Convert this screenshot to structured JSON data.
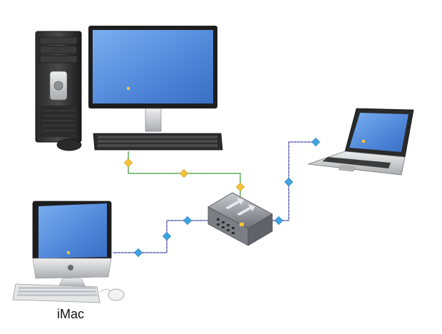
{
  "labels": {
    "imac": "iMac"
  },
  "devices": [
    {
      "id": "desktop",
      "icon": "desktop-computer-icon"
    },
    {
      "id": "switch",
      "icon": "network-switch-icon"
    },
    {
      "id": "laptop",
      "icon": "laptop-icon"
    },
    {
      "id": "imac",
      "icon": "imac-icon"
    }
  ],
  "links": [
    {
      "from": "desktop",
      "to": "switch",
      "color": "#4fae3d",
      "marker_color": "#f5c33a"
    },
    {
      "from": "switch",
      "to": "laptop",
      "color": "#6a5fb0",
      "marker_color": "#3fa4e0"
    },
    {
      "from": "imac",
      "to": "switch",
      "color": "#6a5fb0",
      "marker_color": "#3fa4e0"
    }
  ],
  "colors": {
    "screen": "#4f86d8",
    "screen_highlight": "#7aaef0",
    "bezel": "#1e1e1e",
    "metal": "#c8cbcf",
    "switch_body": "#8d9096"
  }
}
